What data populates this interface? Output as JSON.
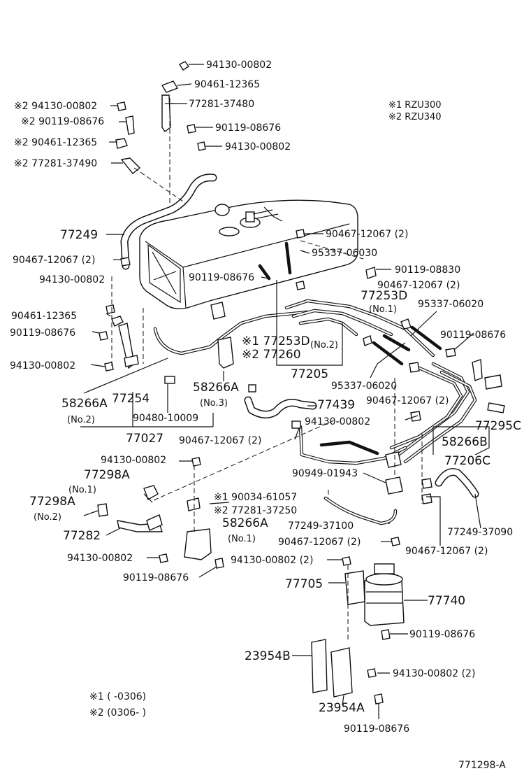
{
  "legend": {
    "model1": "※1 RZU300",
    "model2": "※2 RZU340",
    "date1": "※1 (        -0306)",
    "date2": "※2 (0306-        )"
  },
  "diagram_code": "771298-A",
  "labels": {
    "l01": "94130-00802",
    "l02": "90461-12365",
    "l03": "77281-37480",
    "l04": "90119-08676",
    "l05": "94130-00802",
    "l06": "※2 94130-00802",
    "l07": "※2 90119-08676",
    "l08": "※2 90461-12365",
    "l09": "※2 77281-37490",
    "l10": "77249",
    "l11": "90467-12067 (2)",
    "l12": "90467-12067 (2)",
    "l13": "95337-06030",
    "l14": "94130-00802",
    "l15": "90119-08676",
    "l16": "90119-08830",
    "l17": "90467-12067 (2)",
    "l18": "77253D",
    "l19": "(No.1)",
    "l20": "95337-06020",
    "l21": "90461-12365",
    "l22": "90119-08676",
    "l23": "90119-08676",
    "l24": "※1 77253D",
    "l25": "(No.2)",
    "l26": "※2 77260",
    "l27": "94130-00802",
    "l28": "77205",
    "l29": "95337-06020",
    "l30": "58266A",
    "l31": "(No.2)",
    "l32": "77254",
    "l33": "58266A",
    "l34": "(No.3)",
    "l35": "77439",
    "l36": "90467-12067 (2)",
    "l37": "77295C",
    "l38": "90480-10009",
    "l39": "94130-00802",
    "l40": "58266B",
    "l41": "77027",
    "l42": "90467-12067 (2)",
    "l43": "77206C",
    "l44": "94130-00802",
    "l45": "90949-01943",
    "l46": "77298A",
    "l47": "(No.1)",
    "l48": "※1 90034-61057",
    "l49": "※2 77281-37250",
    "l50": "77298A",
    "l51": "(No.2)",
    "l52": "58266A",
    "l53": "77249-37100",
    "l54": "77249-37090",
    "l55": "(No.1)",
    "l56": "77282",
    "l57": "90467-12067 (2)",
    "l58": "90467-12067 (2)",
    "l59": "94130-00802",
    "l60": "94130-00802 (2)",
    "l61": "90119-08676",
    "l62": "77705",
    "l63": "77740",
    "l64": "90119-08676",
    "l65": "23954B",
    "l66": "94130-00802 (2)",
    "l67": "23954A",
    "l68": "90119-08676"
  }
}
